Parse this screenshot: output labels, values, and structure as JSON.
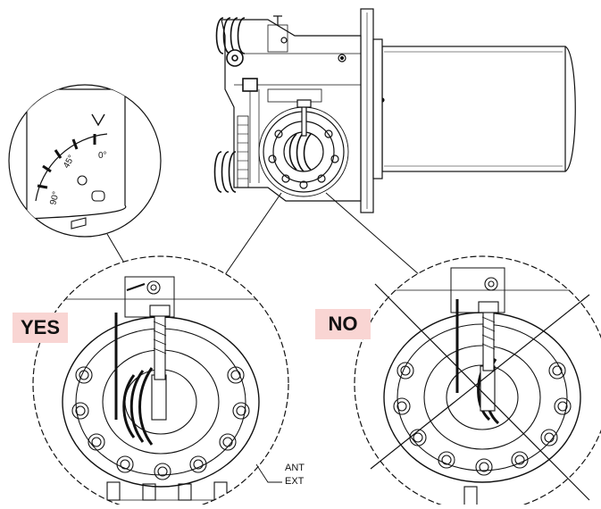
{
  "labels": {
    "yes": "YES",
    "no": "NO",
    "ant": "ANT",
    "ext": "EXT"
  },
  "scale": {
    "marks": [
      "0°",
      "45°",
      "90°"
    ]
  },
  "colors": {
    "line": "#111111",
    "label_bg": "#f9d5d3",
    "background": "#ffffff"
  }
}
